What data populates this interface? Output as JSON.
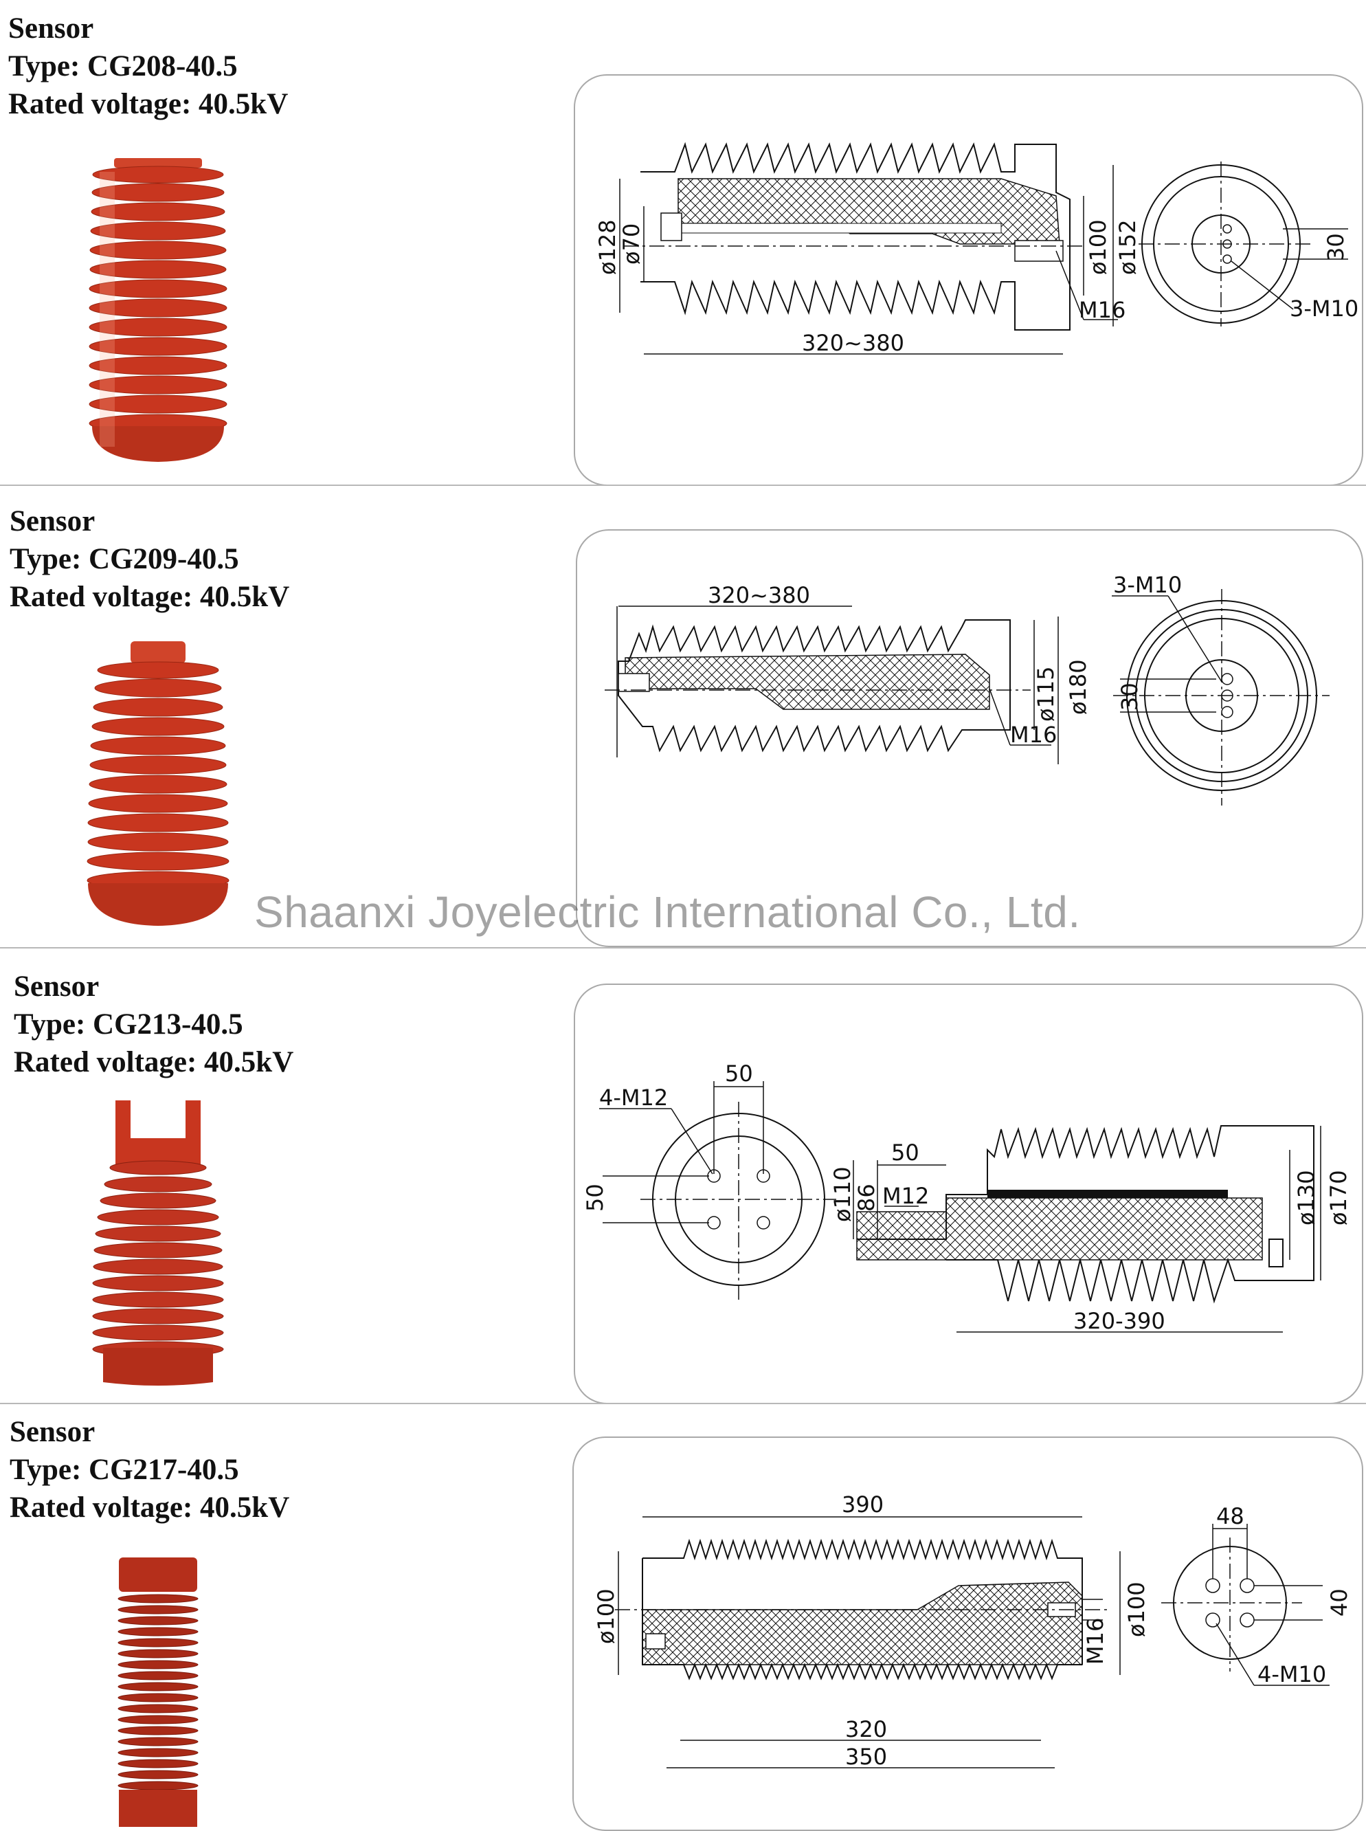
{
  "products": [
    {
      "title": "Sensor",
      "type_line": "Type: CG208-40.5",
      "voltage_line": "Rated voltage: 40.5kV",
      "drawing_dims": [
        "ø128",
        "ø70",
        "ø100",
        "ø152",
        "M16",
        "320~380",
        "30",
        "3-M10"
      ]
    },
    {
      "title": "Sensor",
      "type_line": "Type: CG209-40.5",
      "voltage_line": "Rated voltage: 40.5kV",
      "drawing_dims": [
        "320~380",
        "ø115",
        "ø180",
        "M16",
        "3-M10",
        "30"
      ]
    },
    {
      "title": "Sensor",
      "type_line": "Type: CG213-40.5",
      "voltage_line": "Rated voltage: 40.5kV",
      "drawing_dims": [
        "50",
        "4-M12",
        "50",
        "ø110",
        "86",
        "50",
        "M12",
        "ø130",
        "ø170",
        "320-390"
      ]
    },
    {
      "title": "Sensor",
      "type_line": "Type: CG217-40.5",
      "voltage_line": "Rated voltage: 40.5kV",
      "drawing_dims": [
        "390",
        "ø100",
        "M16",
        "ø100",
        "320",
        "350",
        "48",
        "40",
        "4-M10"
      ]
    }
  ],
  "watermark": "Shaanxi Joyelectric International Co., Ltd.",
  "colors": {
    "insulator_red": "#c8361f",
    "panel_border": "#a9a9a9"
  }
}
